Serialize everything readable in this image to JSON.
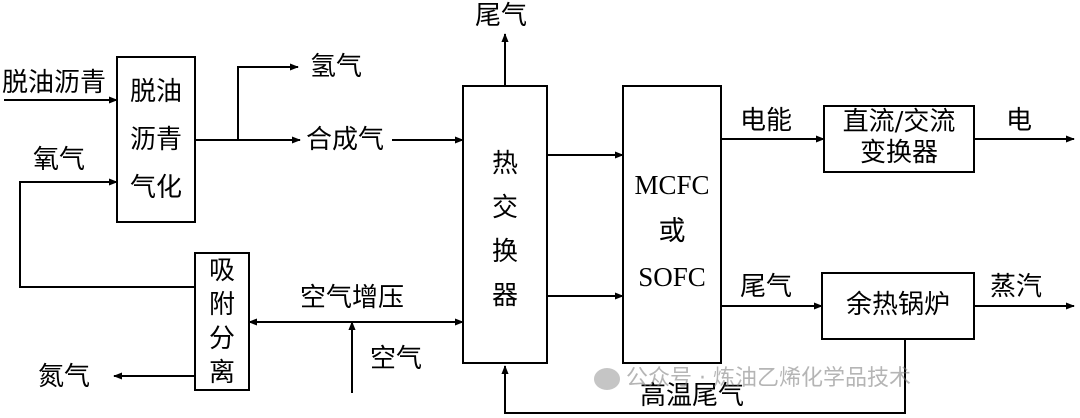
{
  "labels": {
    "tail_gas_top": "尾气",
    "deoiled_pitch_input": "脱油沥青",
    "hydrogen": "氢气",
    "oxygen": "氧气",
    "syngas": "合成气",
    "electric_energy": "电能",
    "electricity": "电",
    "air_pressurize": "空气增压",
    "air": "空气",
    "nitrogen": "氮气",
    "tail_gas_fc": "尾气",
    "steam": "蒸汽",
    "high_temp_tail_gas": "高温尾气"
  },
  "boxes": {
    "gasification": [
      "脱油",
      "沥青",
      "气化"
    ],
    "heat_exchanger": [
      "热",
      "交",
      "换",
      "器"
    ],
    "fuel_cell": [
      "MCFC",
      "或",
      "SOFC"
    ],
    "dc_ac": [
      "直流/交流",
      "变换器"
    ],
    "adsorption": [
      "吸",
      "附",
      "分",
      "离"
    ],
    "waste_heat_boiler": [
      "余热锅炉"
    ]
  },
  "watermark": "公众号 · 炼油乙烯化学品技术"
}
